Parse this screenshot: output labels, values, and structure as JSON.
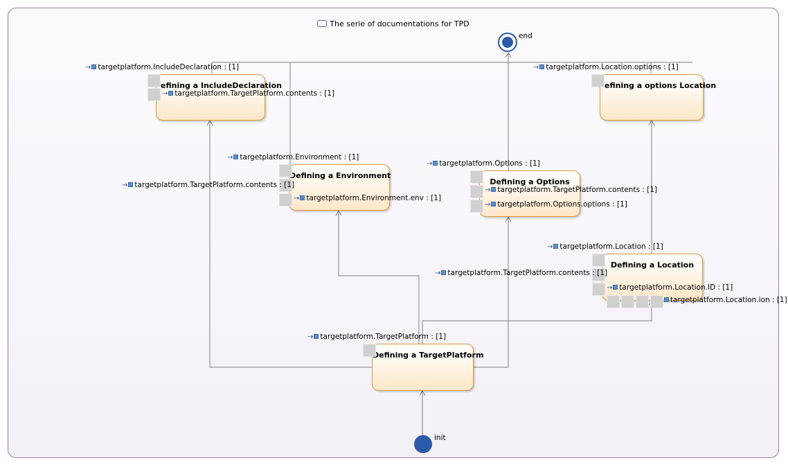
{
  "diagram": {
    "title": "The serie of documentations for TPD",
    "end_label": "end",
    "init_label": "init"
  },
  "states": {
    "include_declaration": "efining a IncludeDeclaration",
    "options_location": "efining a options Location",
    "environment": "Defining a Environment",
    "options": "Defining a Options",
    "location": "Defining a Location",
    "target_platform": "Defining a TargetPlatform"
  },
  "labels": {
    "include_declaration_in": "targetplatform.IncludeDeclaration : [1]",
    "include_tp_contents": "targetplatform.TargetPlatform.contents : [1]",
    "location_options_in": "targetplatform.Location.options : [1]",
    "environment_in": "targetplatform.Environment : [1]",
    "environment_env": "targetplatform.Environment.env : [1]",
    "tp_contents_left": "targetplatform.TargetPlatform.contents : [1]",
    "options_in": "targetplatform.Options : [1]",
    "options_tp_contents": "targetplatform.TargetPlatform.contents : [1]",
    "options_options": "targetplatform.Options.options : [1]",
    "location_in": "targetplatform.Location : [1]",
    "location_id": "targetplatform.Location.ID : [1]",
    "location_overlap": "targetplatform.Location.ion : [1]",
    "tp_contents_mid": "targetplatform.TargetPlatform.contents : [1]",
    "target_platform_in": "targetplatform.TargetPlatform : [1]"
  },
  "colors": {
    "state_border": "#d39b3d",
    "state_fill": "#fef3e2",
    "node_fill": "#2c5aa8",
    "wire": "#7f7f7f"
  }
}
